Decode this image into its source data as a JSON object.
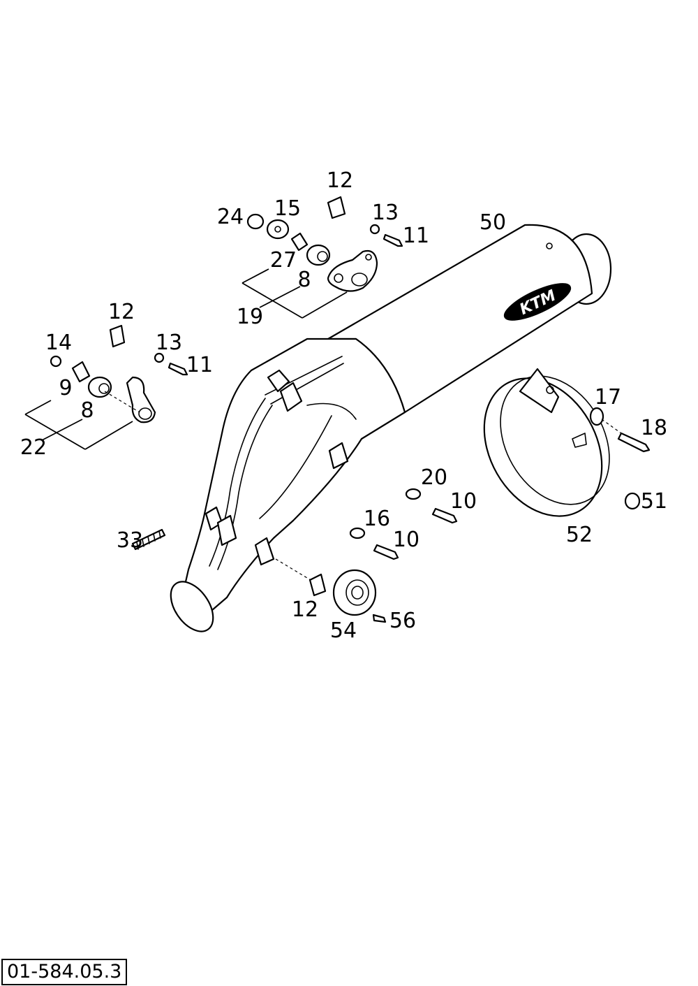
{
  "diagram": {
    "drawing_code": "01-584.05.3",
    "brand_logo": "KTM",
    "callouts": {
      "c50": "50",
      "c12_top": "12",
      "c24": "24",
      "c15": "15",
      "c13_top": "13",
      "c11_top": "11",
      "c27": "27",
      "c8_top": "8",
      "c19": "19",
      "c12_left": "12",
      "c14": "14",
      "c13_left": "13",
      "c11_left": "11",
      "c9": "9",
      "c8_left": "8",
      "c22": "22",
      "c17": "17",
      "c18": "18",
      "c20": "20",
      "c10_a": "10",
      "c16": "16",
      "c10_b": "10",
      "c51": "51",
      "c52": "52",
      "c33": "33",
      "c12_bottom": "12",
      "c54": "54",
      "c56": "56"
    }
  }
}
